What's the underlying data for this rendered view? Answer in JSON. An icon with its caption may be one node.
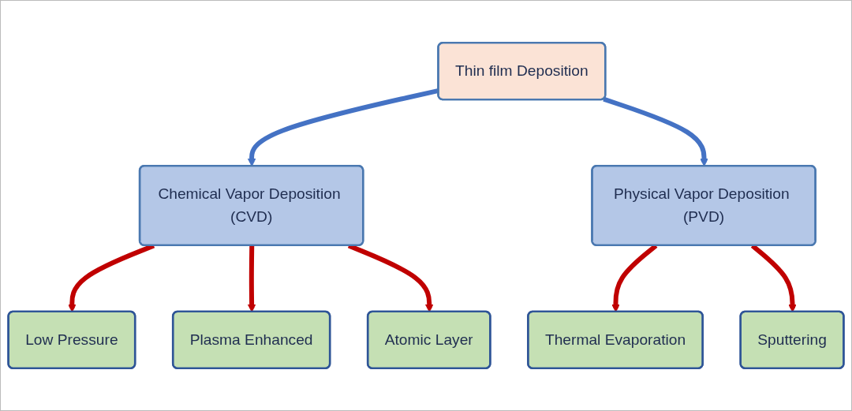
{
  "diagram": {
    "nodes": [
      {
        "text": [
          "Thin film Deposition"
        ]
      },
      {
        "text": [
          "Chemical Vapor Deposition (CVD)"
        ]
      },
      {
        "text": [
          "Physical Vapor Deposition (PVD)"
        ]
      },
      {
        "text": [
          "Low Pressure"
        ]
      },
      {
        "text": [
          "Plasma Enhanced"
        ]
      },
      {
        "text": [
          "Atomic Layer"
        ]
      },
      {
        "text": [
          "Thermal Evaporation"
        ]
      },
      {
        "text": [
          "Sputtering"
        ]
      }
    ],
    "edges": [
      {
        "from": 0,
        "to": 1,
        "arrow": "to",
        "color": "#4472c4"
      },
      {
        "from": 0,
        "to": 2,
        "arrow": "to",
        "color": "#4472c4"
      },
      {
        "from": 1,
        "to": 3,
        "arrow": "to"
      },
      {
        "from": 1,
        "to": 4,
        "arrow": "to"
      },
      {
        "from": 1,
        "to": 5,
        "arrow": "to"
      },
      {
        "from": 2,
        "to": 6,
        "arrow": "to"
      },
      {
        "from": 2,
        "to": 7,
        "arrow": "to"
      }
    ]
  }
}
